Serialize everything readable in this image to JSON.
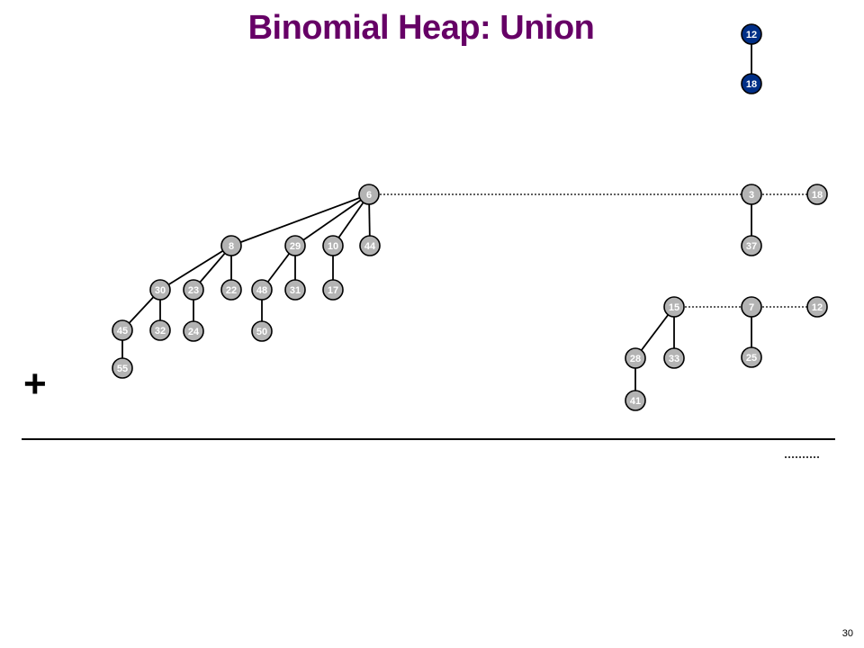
{
  "title": "Binomial Heap:  Union",
  "operator": "+",
  "page_number": "30",
  "colors": {
    "title": "#660066",
    "node_fill": "#b3b3b3",
    "node_highlight": "#002f87",
    "edge": "#000000"
  },
  "carry": {
    "nodes": [
      {
        "id": "c12",
        "key": "12"
      },
      {
        "id": "c18",
        "key": "18"
      }
    ],
    "edges": [
      [
        "c12",
        "c18"
      ]
    ]
  },
  "heap1": {
    "nodes": [
      {
        "id": "h1n6",
        "key": "6"
      },
      {
        "id": "h1n8",
        "key": "8"
      },
      {
        "id": "h1n29",
        "key": "29"
      },
      {
        "id": "h1n10",
        "key": "10"
      },
      {
        "id": "h1n44",
        "key": "44"
      },
      {
        "id": "h1n30",
        "key": "30"
      },
      {
        "id": "h1n23",
        "key": "23"
      },
      {
        "id": "h1n22",
        "key": "22"
      },
      {
        "id": "h1n48",
        "key": "48"
      },
      {
        "id": "h1n31",
        "key": "31"
      },
      {
        "id": "h1n17",
        "key": "17"
      },
      {
        "id": "h1n45",
        "key": "45"
      },
      {
        "id": "h1n32",
        "key": "32"
      },
      {
        "id": "h1n24",
        "key": "24"
      },
      {
        "id": "h1n50",
        "key": "50"
      },
      {
        "id": "h1n55",
        "key": "55"
      },
      {
        "id": "h1n3",
        "key": "3"
      },
      {
        "id": "h1n37",
        "key": "37"
      },
      {
        "id": "h1n18",
        "key": "18"
      }
    ],
    "edges": [
      [
        "h1n6",
        "h1n8"
      ],
      [
        "h1n6",
        "h1n29"
      ],
      [
        "h1n6",
        "h1n10"
      ],
      [
        "h1n6",
        "h1n44"
      ],
      [
        "h1n8",
        "h1n30"
      ],
      [
        "h1n8",
        "h1n23"
      ],
      [
        "h1n8",
        "h1n22"
      ],
      [
        "h1n29",
        "h1n48"
      ],
      [
        "h1n29",
        "h1n31"
      ],
      [
        "h1n10",
        "h1n17"
      ],
      [
        "h1n30",
        "h1n45"
      ],
      [
        "h1n30",
        "h1n32"
      ],
      [
        "h1n23",
        "h1n24"
      ],
      [
        "h1n48",
        "h1n50"
      ],
      [
        "h1n45",
        "h1n55"
      ],
      [
        "h1n3",
        "h1n37"
      ]
    ],
    "root_links": [
      [
        "h1n6",
        "h1n3"
      ],
      [
        "h1n3",
        "h1n18"
      ]
    ]
  },
  "heap2": {
    "nodes": [
      {
        "id": "h2n15",
        "key": "15"
      },
      {
        "id": "h2n28",
        "key": "28"
      },
      {
        "id": "h2n33",
        "key": "33"
      },
      {
        "id": "h2n41",
        "key": "41"
      },
      {
        "id": "h2n7",
        "key": "7"
      },
      {
        "id": "h2n25",
        "key": "25"
      },
      {
        "id": "h2n12",
        "key": "12"
      }
    ],
    "edges": [
      [
        "h2n15",
        "h2n28"
      ],
      [
        "h2n15",
        "h2n33"
      ],
      [
        "h2n28",
        "h2n41"
      ],
      [
        "h2n7",
        "h2n25"
      ]
    ],
    "root_links": [
      [
        "h2n15",
        "h2n7"
      ],
      [
        "h2n7",
        "h2n12"
      ]
    ]
  },
  "result": {
    "root_list_marker": true
  }
}
